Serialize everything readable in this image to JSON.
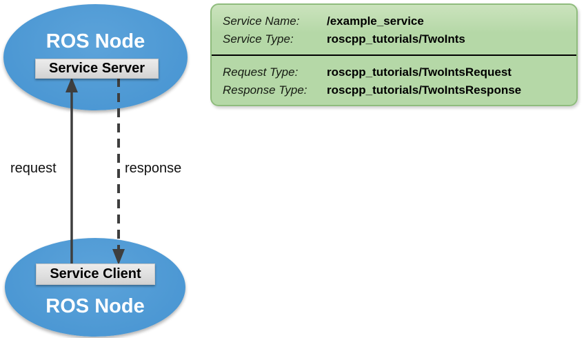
{
  "diagram": {
    "server_node": {
      "title": "ROS Node",
      "box_label": "Service Server"
    },
    "client_node": {
      "title": "ROS Node",
      "box_label": "Service Client"
    },
    "request_label": "request",
    "response_label": "response"
  },
  "info_panel": {
    "sections": [
      {
        "rows": [
          {
            "label": "Service Name:",
            "value": "/example_service"
          },
          {
            "label": "Service Type:",
            "value": "roscpp_tutorials/TwoInts"
          }
        ]
      },
      {
        "rows": [
          {
            "label": "Request Type:",
            "value": "roscpp_tutorials/TwoIntsRequest"
          },
          {
            "label": "Response Type:",
            "value": "roscpp_tutorials/TwoIntsResponse"
          }
        ]
      }
    ]
  },
  "colors": {
    "node_fill": "#4b97d3",
    "node_fill_light": "#5ca3da",
    "panel_fill": "#b5d8a7",
    "panel_fill_light": "#cbe3bd",
    "panel_border": "#8fbc7d",
    "box_fill": "#dedede",
    "box_border": "#c6c6c6",
    "arrow_color": "#3e3e3e",
    "title_color": "#ffffff",
    "text_color": "#111111"
  }
}
